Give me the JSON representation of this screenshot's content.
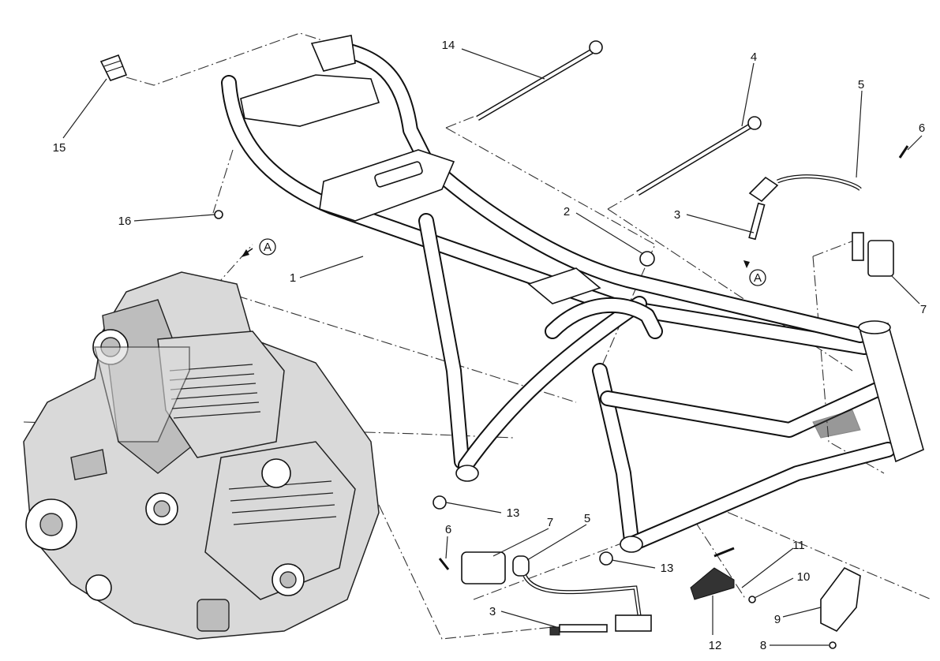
{
  "diagram": {
    "title": "Frame exploded view",
    "callouts": [
      {
        "id": "c14",
        "text": "14"
      },
      {
        "id": "c4",
        "text": "4"
      },
      {
        "id": "c5a",
        "text": "5"
      },
      {
        "id": "c6a",
        "text": "6"
      },
      {
        "id": "c15",
        "text": "15"
      },
      {
        "id": "c16",
        "text": "16"
      },
      {
        "id": "c3a",
        "text": "3"
      },
      {
        "id": "c2",
        "text": "2"
      },
      {
        "id": "c1",
        "text": "1"
      },
      {
        "id": "c7a",
        "text": "7"
      },
      {
        "id": "c13a",
        "text": "13"
      },
      {
        "id": "c6b",
        "text": "6"
      },
      {
        "id": "c7b",
        "text": "7"
      },
      {
        "id": "c5b",
        "text": "5"
      },
      {
        "id": "c13b",
        "text": "13"
      },
      {
        "id": "c11",
        "text": "11"
      },
      {
        "id": "c10",
        "text": "10"
      },
      {
        "id": "c3b",
        "text": "3"
      },
      {
        "id": "c12",
        "text": "12"
      },
      {
        "id": "c9",
        "text": "9"
      },
      {
        "id": "c8",
        "text": "8"
      }
    ],
    "reference_marks": [
      {
        "text": "A"
      },
      {
        "text": "A"
      }
    ]
  }
}
